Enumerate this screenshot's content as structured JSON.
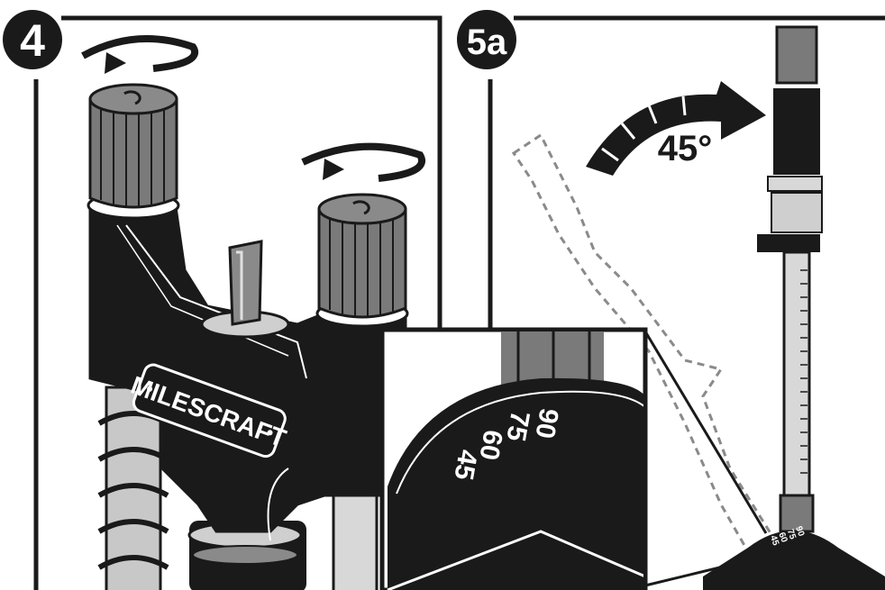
{
  "steps": {
    "left": "4",
    "right": "5a"
  },
  "angle_label": "45°",
  "brand_text": "MILESCRAFT",
  "dial_marks": [
    "90",
    "75",
    "60",
    "45"
  ],
  "mini_dial_marks": [
    "90",
    "75",
    "60",
    "45"
  ],
  "colors": {
    "ink": "#1a1a1a",
    "knob_gray": "#7a7a7a",
    "spring_gray": "#c8c8c8",
    "white": "#ffffff"
  },
  "icons": {
    "rotate_arrow_left": "rotate-arrow-icon",
    "rotate_arrow_right": "rotate-arrow-icon",
    "tilt_arrow": "curved-arrow-icon"
  }
}
